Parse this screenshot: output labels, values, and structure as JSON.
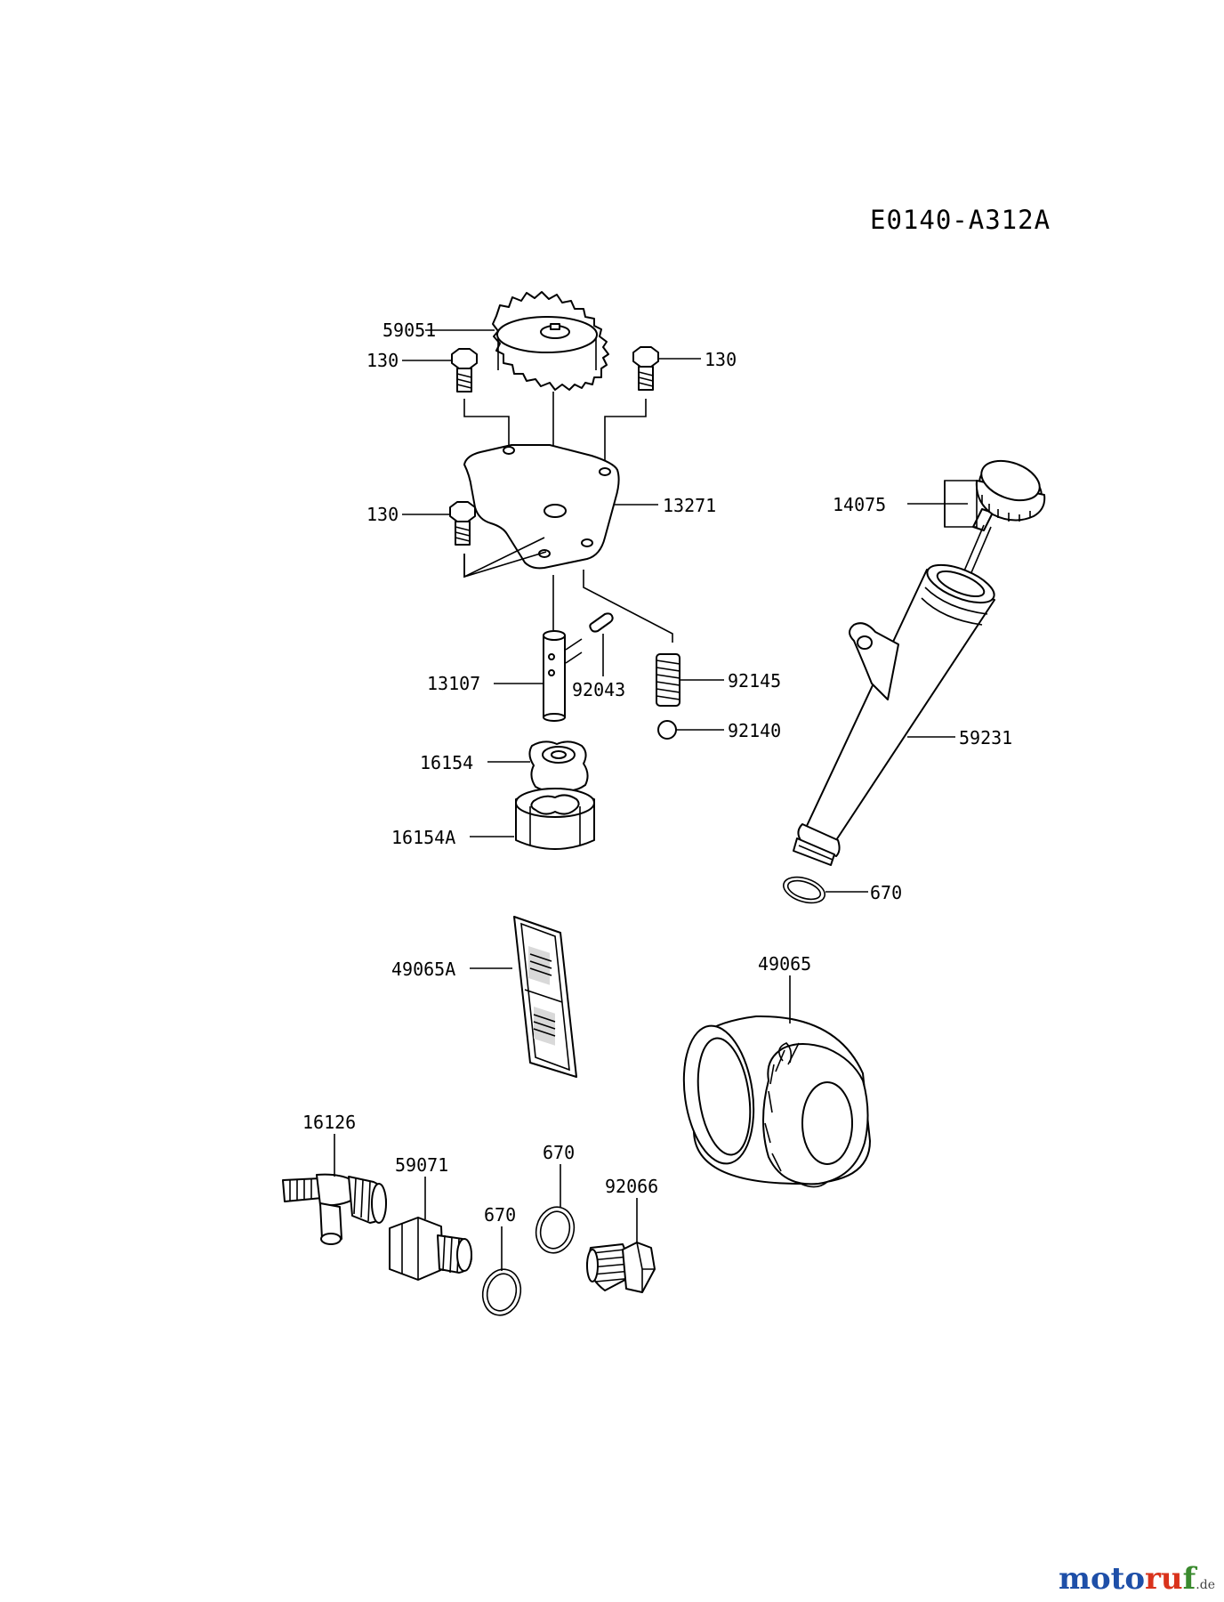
{
  "diagram_code": "E0140-A312A",
  "parts": {
    "gear": "59051",
    "bolt_left_top": "130",
    "bolt_right_top": "130",
    "bolt_left_mid": "130",
    "cover_plate": "13271",
    "dipstick_cap": "14075",
    "shaft": "13107",
    "pin": "92043",
    "spring": "92145",
    "ball": "92140",
    "dipstick_tube": "59231",
    "inner_rotor": "16154",
    "outer_rotor": "16154A",
    "o_ring_tube": "670",
    "strainer": "49065A",
    "oil_filter": "49065",
    "fitting": "16126",
    "nipple": "59071",
    "o_ring_a": "670",
    "o_ring_b": "670",
    "drain_plug": "92066"
  },
  "watermark": {
    "part1": "moto",
    "part2": "ru",
    "part3": "f",
    "suffix": ".de"
  }
}
